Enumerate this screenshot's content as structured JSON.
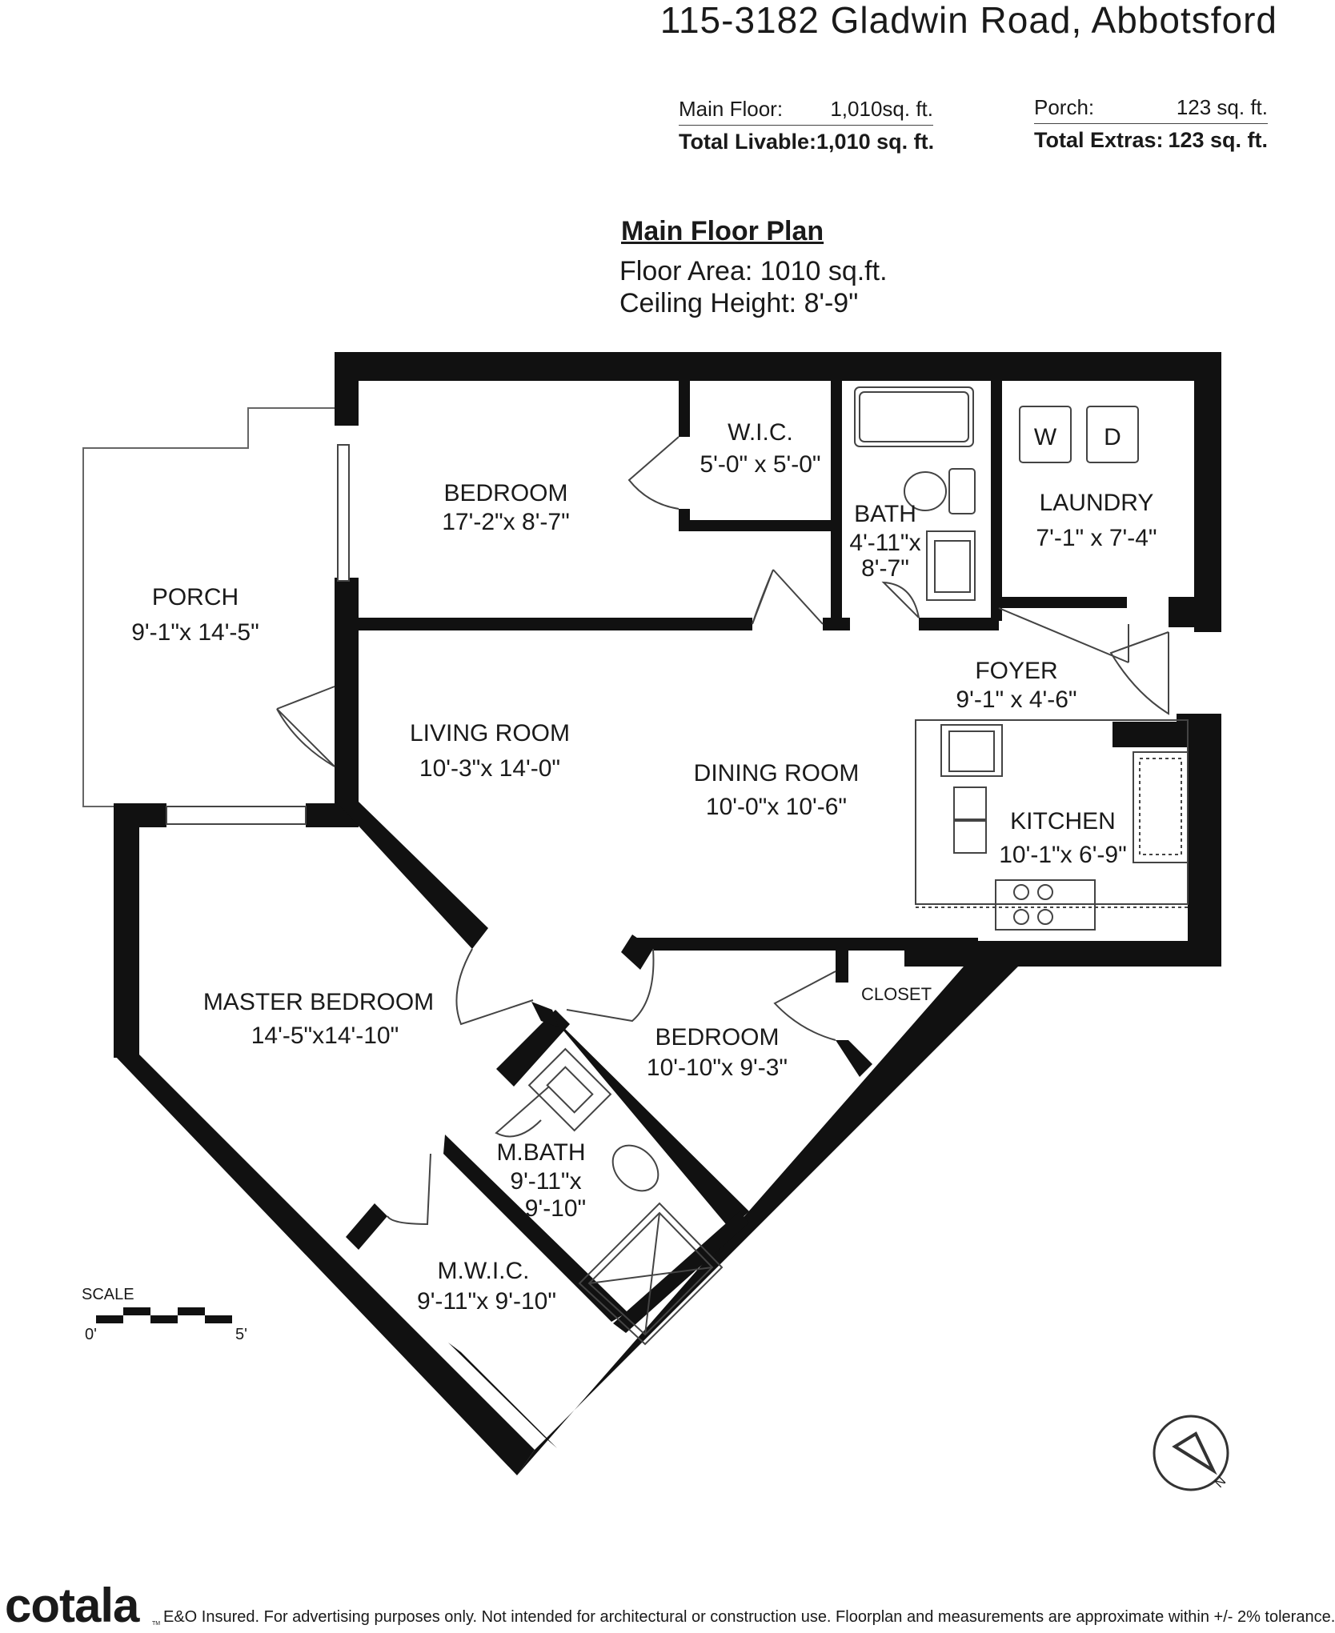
{
  "header": {
    "address": "115-3182 Gladwin Road, Abbotsford"
  },
  "areas": {
    "livable": {
      "main_floor_label": "Main Floor:",
      "main_floor_value": "1,010sq. ft.",
      "total_label": "Total Livable:",
      "total_value": "1,010 sq. ft."
    },
    "extras": {
      "porch_label": "Porch:",
      "porch_value": "123 sq. ft.",
      "total_label": "Total Extras:",
      "total_value": "123 sq. ft."
    }
  },
  "plan": {
    "title": "Main Floor Plan",
    "floor_area": "Floor Area: 1010 sq.ft.",
    "ceiling_height": "Ceiling Height: 8'-9\""
  },
  "rooms": {
    "porch": {
      "name": "PORCH",
      "dims": "9'-1\"x 14'-5\""
    },
    "bedroom1": {
      "name": "BEDROOM",
      "dims": "17'-2\"x 8'-7\""
    },
    "wic": {
      "name": "W.I.C.",
      "dims": "5'-0\" x 5'-0\""
    },
    "bath": {
      "name": "BATH",
      "dims1": "4'-11\"x",
      "dims2": "8'-7\""
    },
    "laundry": {
      "name": "LAUNDRY",
      "dims": "7'-1\" x 7'-4\""
    },
    "washer": "W",
    "dryer": "D",
    "foyer": {
      "name": "FOYER",
      "dims": "9'-1\" x 4'-6\""
    },
    "living": {
      "name": "LIVING ROOM",
      "dims": "10'-3\"x 14'-0\""
    },
    "dining": {
      "name": "DINING ROOM",
      "dims": "10'-0\"x 10'-6\""
    },
    "kitchen": {
      "name": "KITCHEN",
      "dims": "10'-1\"x 6'-9\""
    },
    "master": {
      "name": "MASTER BEDROOM",
      "dims": "14'-5\"x14'-10\""
    },
    "closet": {
      "name": "CLOSET"
    },
    "bedroom2": {
      "name": "BEDROOM",
      "dims": "10'-10\"x 9'-3\""
    },
    "mbath": {
      "name": "M.BATH",
      "dims1": "9'-11\"x",
      "dims2": "9'-10\""
    },
    "mwic": {
      "name": "M.W.I.C.",
      "dims": "9'-11\"x 9'-10\""
    }
  },
  "scale": {
    "label": "SCALE",
    "start": "0'",
    "end": "5'"
  },
  "compass": {
    "label": "N"
  },
  "footer": {
    "brand": "cotala",
    "brand_tm": "TM",
    "disclaimer": "E&O Insured. For advertising purposes only. Not intended for architectural or construction use. Floorplan and measurements are approximate within +/- 2% tolerance."
  },
  "colors": {
    "wall": "#111111",
    "line": "#444444"
  }
}
